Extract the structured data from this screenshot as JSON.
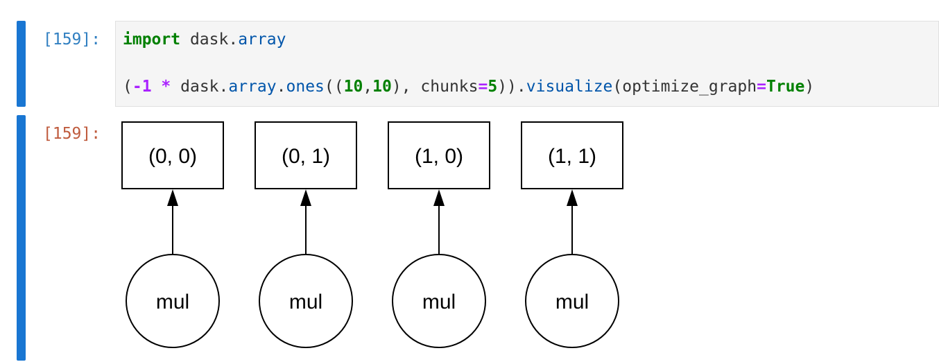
{
  "input_cell": {
    "prompt": "[159]:",
    "line1": {
      "keyword": "import",
      "module_base": "dask",
      "dot": ".",
      "module_attr": "array"
    },
    "line2": {
      "open_paren": "(",
      "neg": "-1",
      "space1": " ",
      "star": "*",
      "space2": " ",
      "obj": "dask",
      "dot1": ".",
      "attr1": "array",
      "dot2": ".",
      "func": "ones",
      "args_open": "((",
      "n1": "10",
      "comma1": ",",
      "n2": "10",
      "args_mid": "), chunks",
      "eq1": "=",
      "n3": "5",
      "args_close": "))",
      "dot3": ".",
      "method": "visualize",
      "kw_open": "(optimize_graph",
      "eq2": "=",
      "true_kw": "True",
      "final_close": ")"
    }
  },
  "output_cell": {
    "prompt": "[159]:",
    "graph": {
      "boxes": [
        "(0, 0)",
        "(0, 1)",
        "(1, 0)",
        "(1, 1)"
      ],
      "circles": [
        "mul",
        "mul",
        "mul",
        "mul"
      ]
    }
  },
  "colors": {
    "cell_bar": "#1976d2",
    "in_prompt": "#307fc1",
    "out_prompt": "#bf5b3d",
    "keyword": "#008000",
    "operator": "#aa22ff",
    "attribute": "#0055aa"
  }
}
